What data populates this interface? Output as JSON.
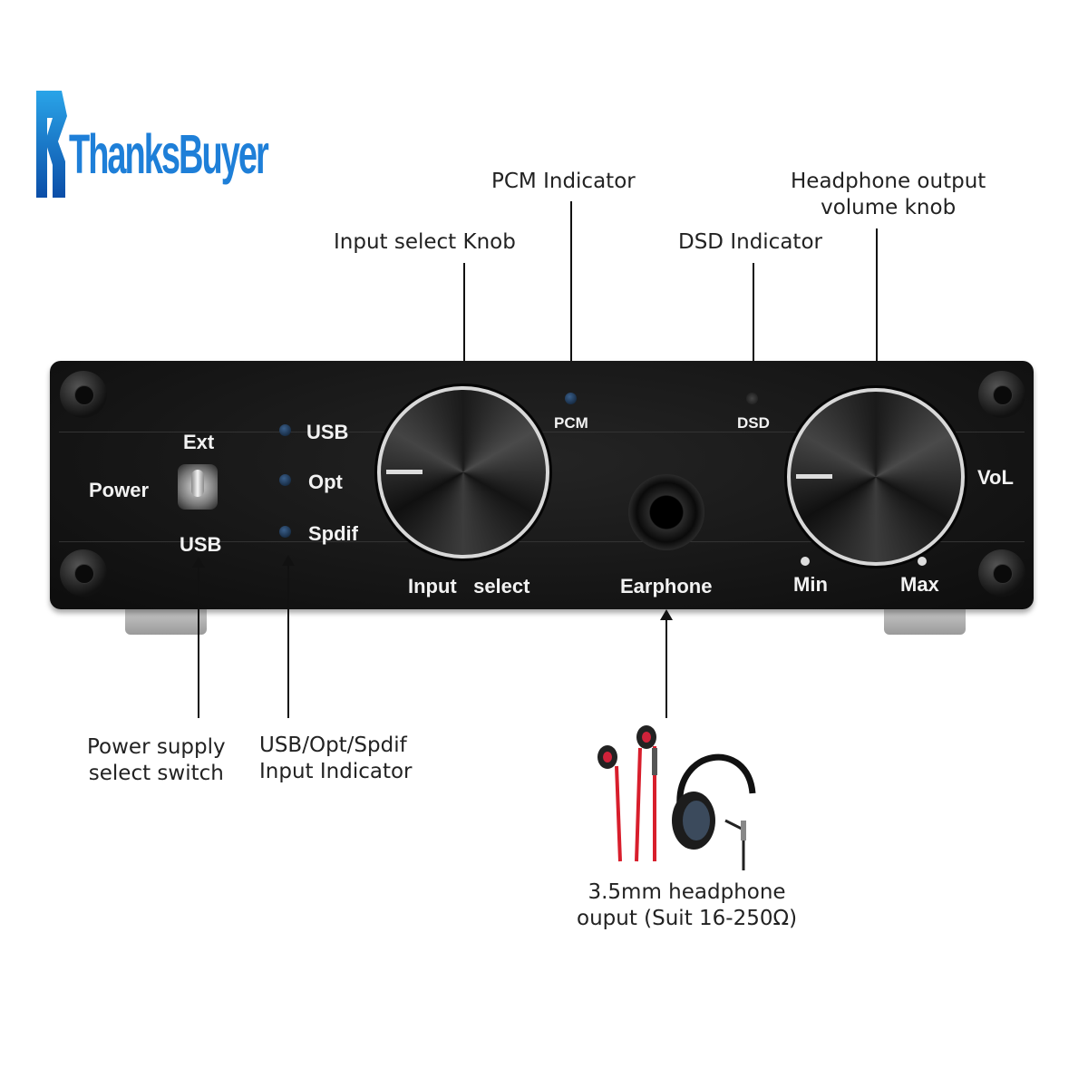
{
  "logo": {
    "text": "ThanksBuyer",
    "color": "#1e7fd8"
  },
  "callouts": {
    "input_select_knob": "Input select Knob",
    "pcm_indicator": "PCM Indicator",
    "dsd_indicator": "DSD Indicator",
    "headphone_volume_line1": "Headphone output",
    "headphone_volume_line2": "volume knob",
    "power_switch_line1": "Power supply",
    "power_switch_line2": "select switch",
    "input_indicator_line1": "USB/Opt/Spdif",
    "input_indicator_line2": "Input Indicator",
    "headphone_output_line1": "3.5mm headphone",
    "headphone_output_line2": "ouput (Suit 16-250Ω)"
  },
  "panel": {
    "power": "Power",
    "ext": "Ext",
    "usb_switch": "USB",
    "led_usb": "USB",
    "led_opt": "Opt",
    "led_spdif": "Spdif",
    "input_select": "Input   select",
    "pcm": "PCM",
    "dsd": "DSD",
    "earphone": "Earphone",
    "vol": "VoL",
    "min": "Min",
    "max": "Max"
  }
}
